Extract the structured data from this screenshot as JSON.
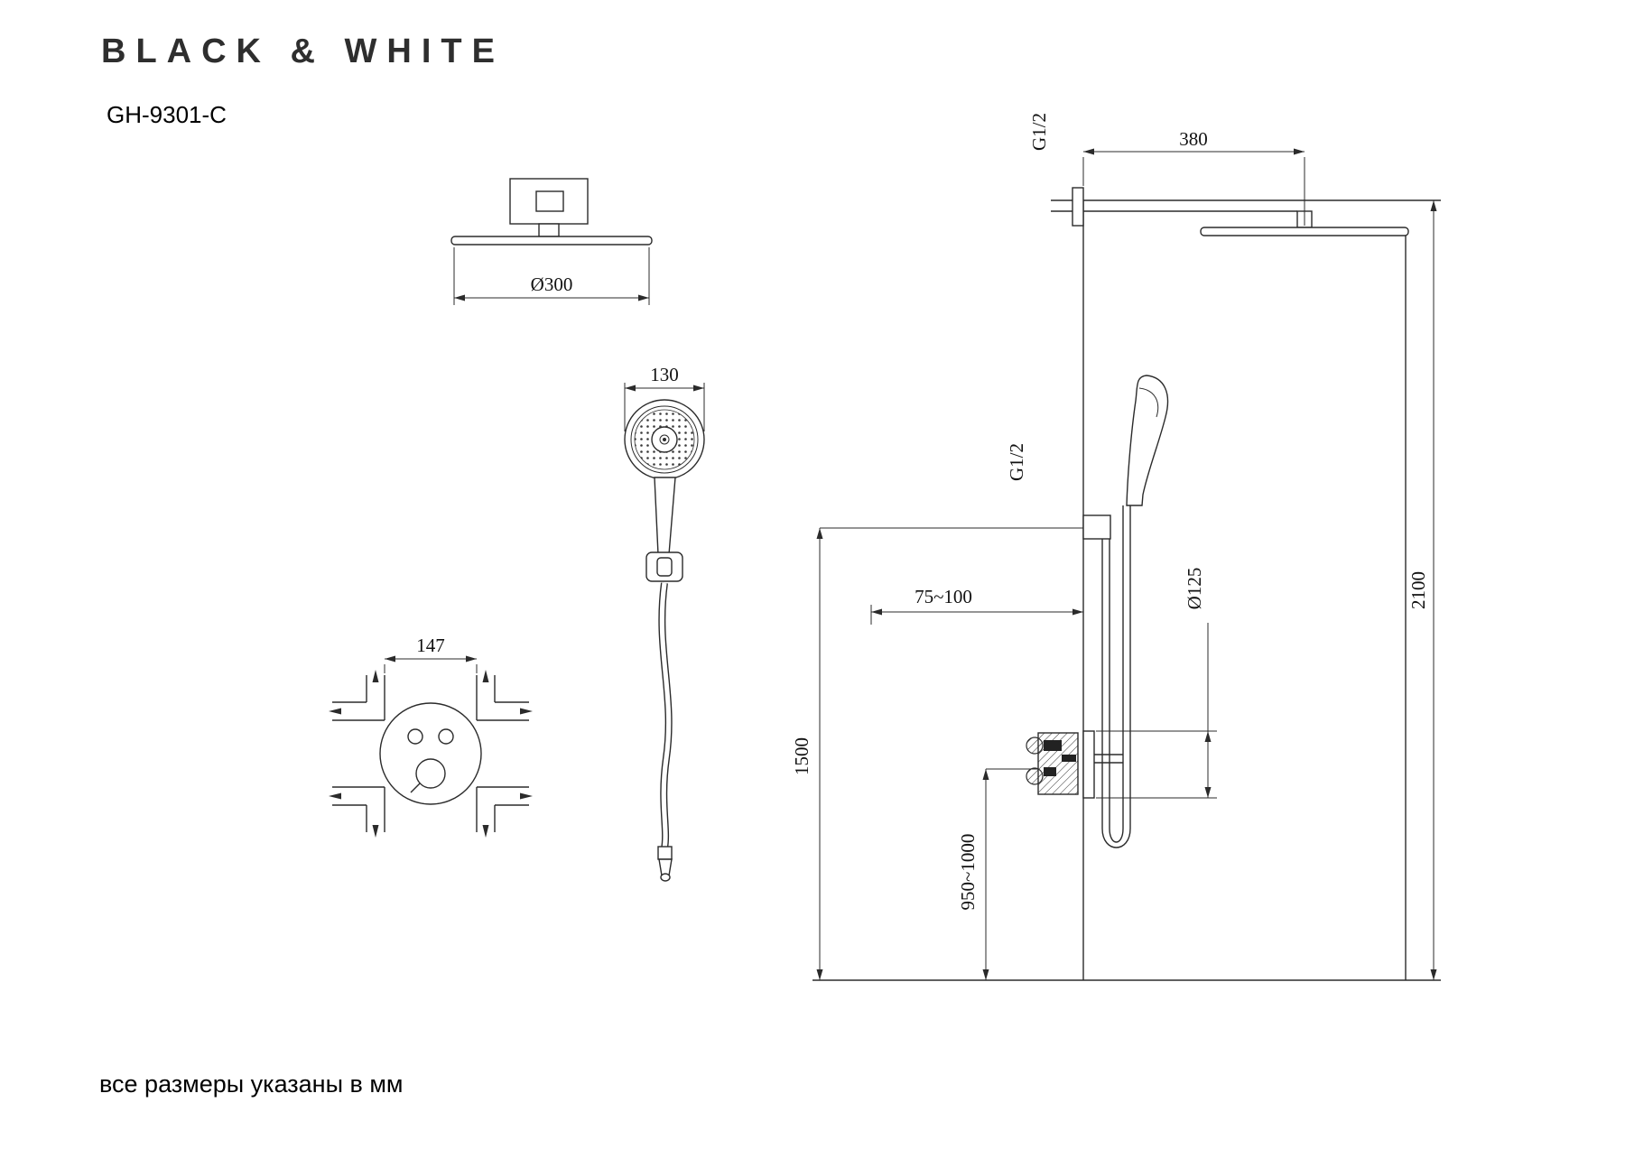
{
  "brand": {
    "logo": "BLACK & WHITE",
    "model": "GH-9301-C"
  },
  "footer": {
    "note": "все размеры указаны в мм"
  },
  "colors": {
    "line": "#2b2b2b",
    "text": "#111111",
    "background": "#ffffff"
  },
  "views": {
    "top_view": {
      "label": "Ø300"
    },
    "hand_shower": {
      "label": "130"
    },
    "mixer_front": {
      "label": "147"
    },
    "elevation": {
      "thread_top": "G1/2",
      "arm_length": "380",
      "thread_mid": "G1/2",
      "wall_depth": "75~100",
      "trim_diameter": "Ø125",
      "total_height": "2100",
      "outlet_height": "1500",
      "valve_height": "950~1000"
    }
  }
}
